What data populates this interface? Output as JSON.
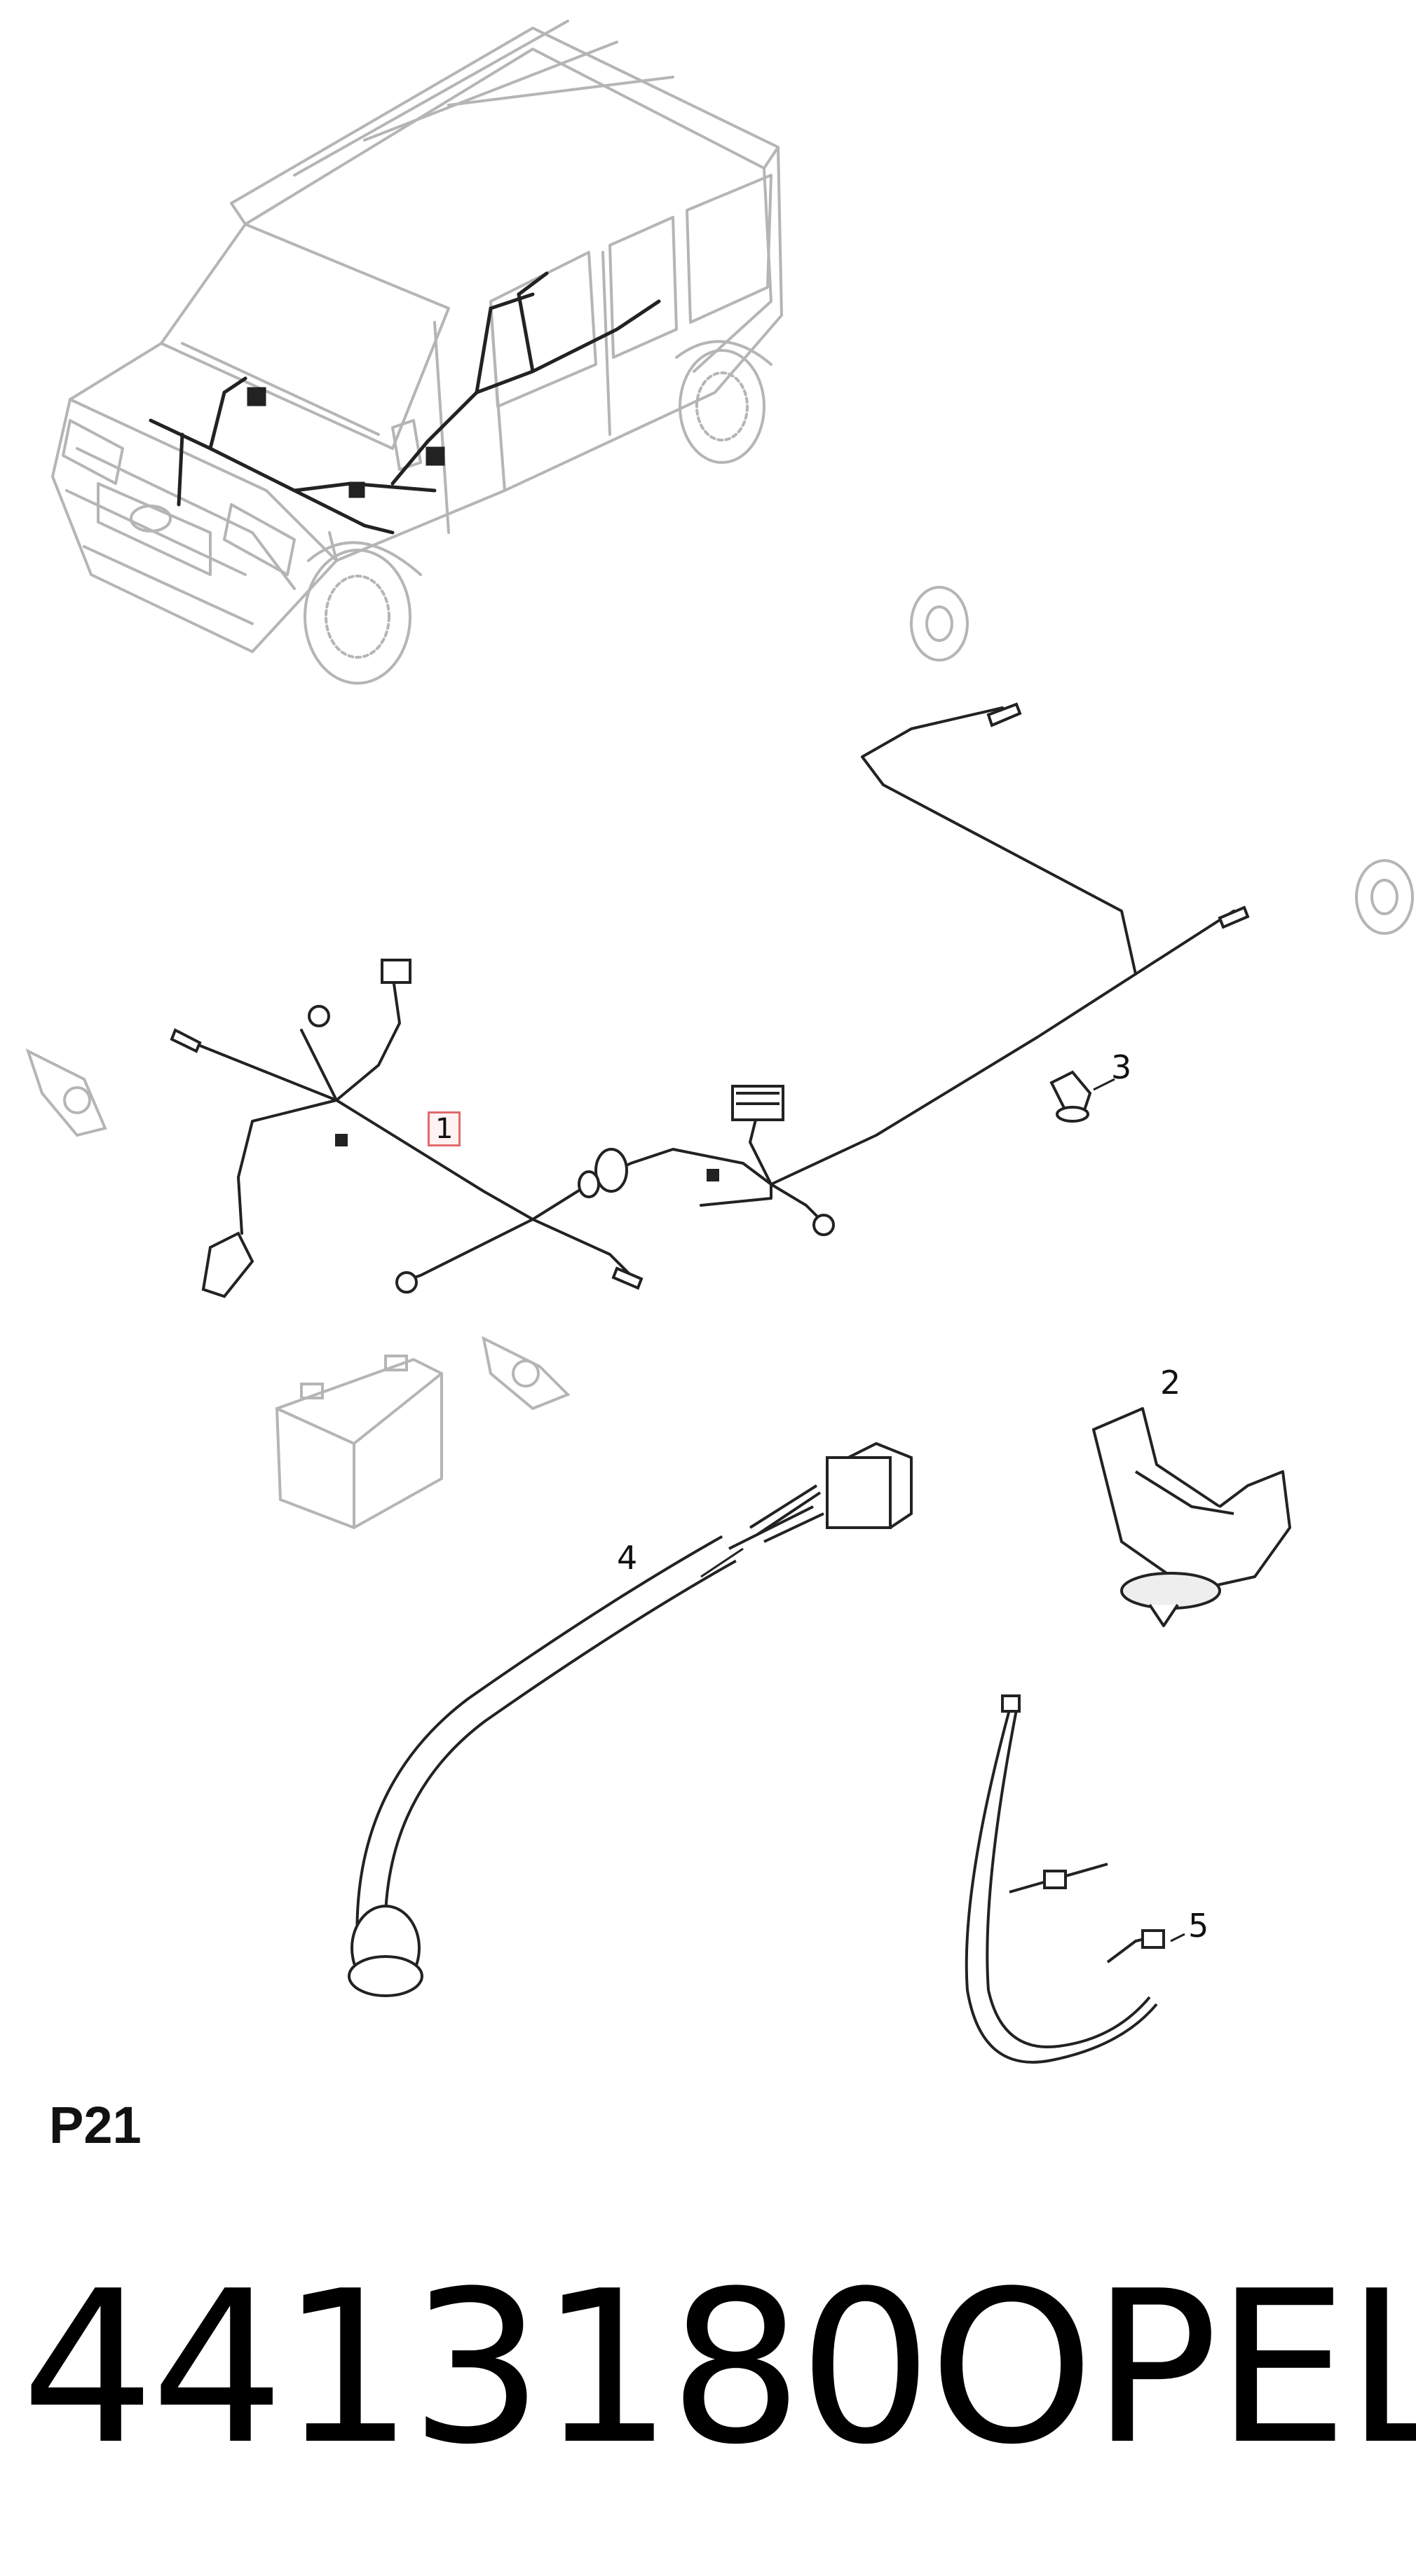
{
  "callouts": [
    {
      "id": "1",
      "label": "1"
    },
    {
      "id": "2",
      "label": "2"
    },
    {
      "id": "3",
      "label": "3"
    },
    {
      "id": "4",
      "label": "4"
    },
    {
      "id": "5",
      "label": "5"
    }
  ],
  "page_code": "P21",
  "part_number": "4413180",
  "brand": "OPEL",
  "colors": {
    "line_dark": "#222222",
    "line_light": "#b0b0b0",
    "highlight_border": "#e06b6b",
    "highlight_fill": "#fff2f2"
  }
}
